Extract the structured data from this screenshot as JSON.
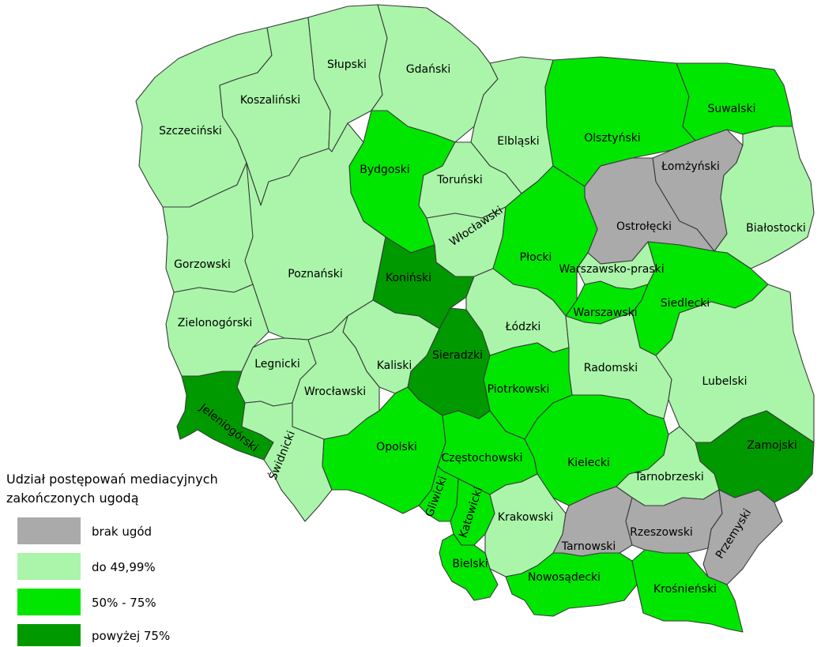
{
  "legend": {
    "title_line1": "Udział postępowań mediacyjnych",
    "title_line2": "zakończonych ugodą",
    "items": [
      {
        "key": "none",
        "label": "brak ugód",
        "color": "#aaaaaa"
      },
      {
        "key": "low",
        "label": "do 49,99%",
        "color": "#aaf5aa"
      },
      {
        "key": "mid",
        "label": "50% - 75%",
        "color": "#00e600"
      },
      {
        "key": "high",
        "label": "powyżej 75%",
        "color": "#009900"
      }
    ]
  },
  "regions": [
    {
      "id": "szczecinski",
      "name": "Szczeciński",
      "category": "low"
    },
    {
      "id": "koszalinski",
      "name": "Koszaliński",
      "category": "low"
    },
    {
      "id": "slupski",
      "name": "Słupski",
      "category": "low"
    },
    {
      "id": "gdanski",
      "name": "Gdański",
      "category": "low"
    },
    {
      "id": "elblaski",
      "name": "Elbląski",
      "category": "low"
    },
    {
      "id": "olsztynski",
      "name": "Olsztyński",
      "category": "mid"
    },
    {
      "id": "suwalski",
      "name": "Suwalski",
      "category": "mid"
    },
    {
      "id": "lomzynski",
      "name": "Łomżyński",
      "category": "none"
    },
    {
      "id": "ostrolecki",
      "name": "Ostrołęcki",
      "category": "none"
    },
    {
      "id": "bialostocki",
      "name": "Białostocki",
      "category": "low"
    },
    {
      "id": "bydgoski",
      "name": "Bydgoski",
      "category": "mid"
    },
    {
      "id": "torunski",
      "name": "Toruński",
      "category": "low"
    },
    {
      "id": "wloclawski",
      "name": "Włocławski",
      "category": "low"
    },
    {
      "id": "plocki",
      "name": "Płocki",
      "category": "mid"
    },
    {
      "id": "warszawsko-praski",
      "name": "Warszawsko-praski",
      "category": "low"
    },
    {
      "id": "warszawski",
      "name": "Warszawski",
      "category": "mid"
    },
    {
      "id": "siedlecki",
      "name": "Siedlecki",
      "category": "mid"
    },
    {
      "id": "gorzowski",
      "name": "Gorzowski",
      "category": "low"
    },
    {
      "id": "poznanski",
      "name": "Poznański",
      "category": "low"
    },
    {
      "id": "koninski",
      "name": "Koniński",
      "category": "high"
    },
    {
      "id": "zielonogorski",
      "name": "Zielonogórski",
      "category": "low"
    },
    {
      "id": "lodzki",
      "name": "Łódzki",
      "category": "low"
    },
    {
      "id": "sieradzki",
      "name": "Sieradzki",
      "category": "high"
    },
    {
      "id": "kaliski",
      "name": "Kaliski",
      "category": "low"
    },
    {
      "id": "legnicki",
      "name": "Legnicki",
      "category": "low"
    },
    {
      "id": "wroclawski",
      "name": "Wrocławski",
      "category": "low"
    },
    {
      "id": "piotrkowski",
      "name": "Piotrkowski",
      "category": "mid"
    },
    {
      "id": "radomski",
      "name": "Radomski",
      "category": "low"
    },
    {
      "id": "lubelski",
      "name": "Lubelski",
      "category": "low"
    },
    {
      "id": "jeleniogorski",
      "name": "Jeleniogórski",
      "category": "high"
    },
    {
      "id": "swidnicki",
      "name": "Świdnicki",
      "category": "low"
    },
    {
      "id": "opolski",
      "name": "Opolski",
      "category": "mid"
    },
    {
      "id": "czestochowski",
      "name": "Częstochowski",
      "category": "mid"
    },
    {
      "id": "kielecki",
      "name": "Kielecki",
      "category": "mid"
    },
    {
      "id": "zamojski",
      "name": "Zamojski",
      "category": "high"
    },
    {
      "id": "gliwicki",
      "name": "Gliwicki",
      "category": "mid"
    },
    {
      "id": "katowicki",
      "name": "Katowicki",
      "category": "mid"
    },
    {
      "id": "tarnobrzeski",
      "name": "Tarnobrzeski",
      "category": "low"
    },
    {
      "id": "krakowski",
      "name": "Krakowski",
      "category": "low"
    },
    {
      "id": "tarnowski",
      "name": "Tarnowski",
      "category": "none"
    },
    {
      "id": "rzeszowski",
      "name": "Rzeszowski",
      "category": "none"
    },
    {
      "id": "przemyski",
      "name": "Przemyski",
      "category": "none"
    },
    {
      "id": "bielski",
      "name": "Bielski",
      "category": "mid"
    },
    {
      "id": "nowosadecki",
      "name": "Nowosądecki",
      "category": "mid"
    },
    {
      "id": "krosnienski",
      "name": "Krośnieński",
      "category": "mid"
    }
  ]
}
